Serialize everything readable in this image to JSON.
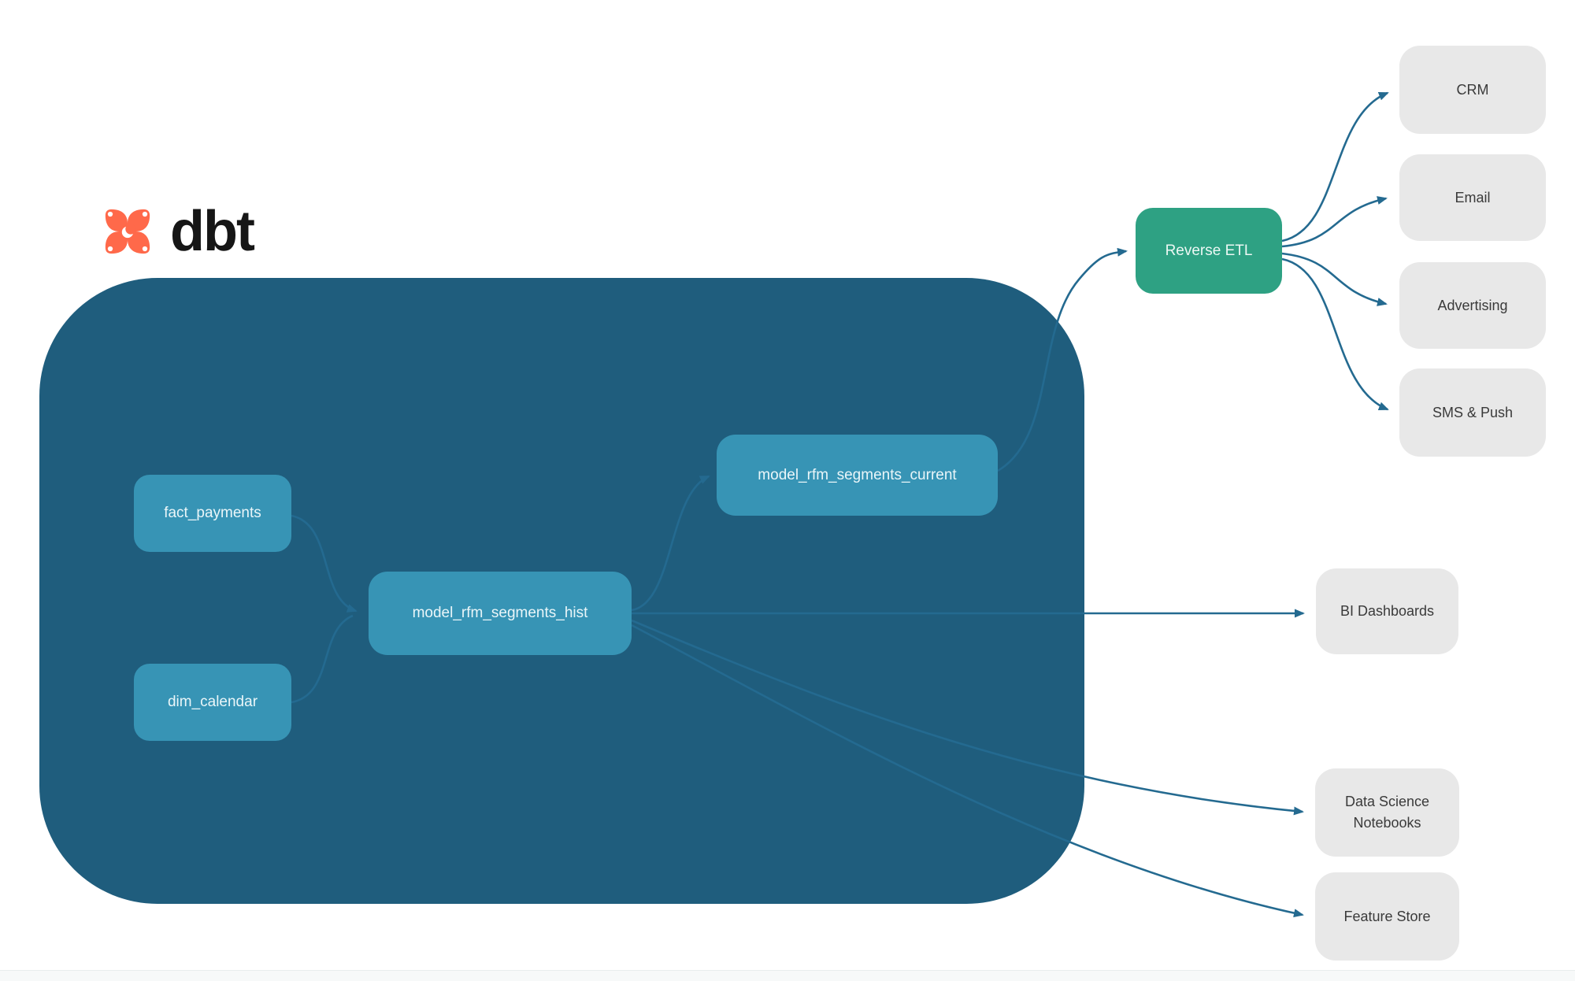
{
  "logo": {
    "wordmark": "dbt",
    "icon": "dbt-flame-star-icon",
    "icon_color": "#FF694A"
  },
  "colors": {
    "warehouse_container": "#1F5D7D",
    "model_node": "#3794B5",
    "activation_node": "#2EA183",
    "destination_node": "#E8E8E8",
    "edge": "#246A90",
    "node_text_light": "#EAF6F9",
    "node_text_dark": "#3A3A3A"
  },
  "nodes": {
    "fact_payments": {
      "label": "fact_payments",
      "type": "source-model"
    },
    "dim_calendar": {
      "label": "dim_calendar",
      "type": "source-model"
    },
    "model_rfm_segments_hist": {
      "label": "model_rfm_segments_hist",
      "type": "model"
    },
    "model_rfm_segments_current": {
      "label": "model_rfm_segments_current",
      "type": "model"
    },
    "reverse_etl": {
      "label": "Reverse ETL",
      "type": "activation"
    },
    "crm": {
      "label": "CRM",
      "type": "destination"
    },
    "email": {
      "label": "Email",
      "type": "destination"
    },
    "advertising": {
      "label": "Advertising",
      "type": "destination"
    },
    "sms_push": {
      "label": "SMS & Push",
      "type": "destination"
    },
    "bi_dashboards": {
      "label": "BI Dashboards",
      "type": "destination"
    },
    "data_science_notebooks": {
      "label": "Data Science Notebooks",
      "type": "destination"
    },
    "feature_store": {
      "label": "Feature Store",
      "type": "destination"
    }
  },
  "edges": [
    {
      "from": "fact_payments",
      "to": "model_rfm_segments_hist"
    },
    {
      "from": "dim_calendar",
      "to": "model_rfm_segments_hist"
    },
    {
      "from": "model_rfm_segments_hist",
      "to": "model_rfm_segments_current"
    },
    {
      "from": "model_rfm_segments_current",
      "to": "reverse_etl"
    },
    {
      "from": "reverse_etl",
      "to": "crm"
    },
    {
      "from": "reverse_etl",
      "to": "email"
    },
    {
      "from": "reverse_etl",
      "to": "advertising"
    },
    {
      "from": "reverse_etl",
      "to": "sms_push"
    },
    {
      "from": "model_rfm_segments_hist",
      "to": "bi_dashboards"
    },
    {
      "from": "model_rfm_segments_hist",
      "to": "data_science_notebooks"
    },
    {
      "from": "model_rfm_segments_hist",
      "to": "feature_store"
    }
  ]
}
